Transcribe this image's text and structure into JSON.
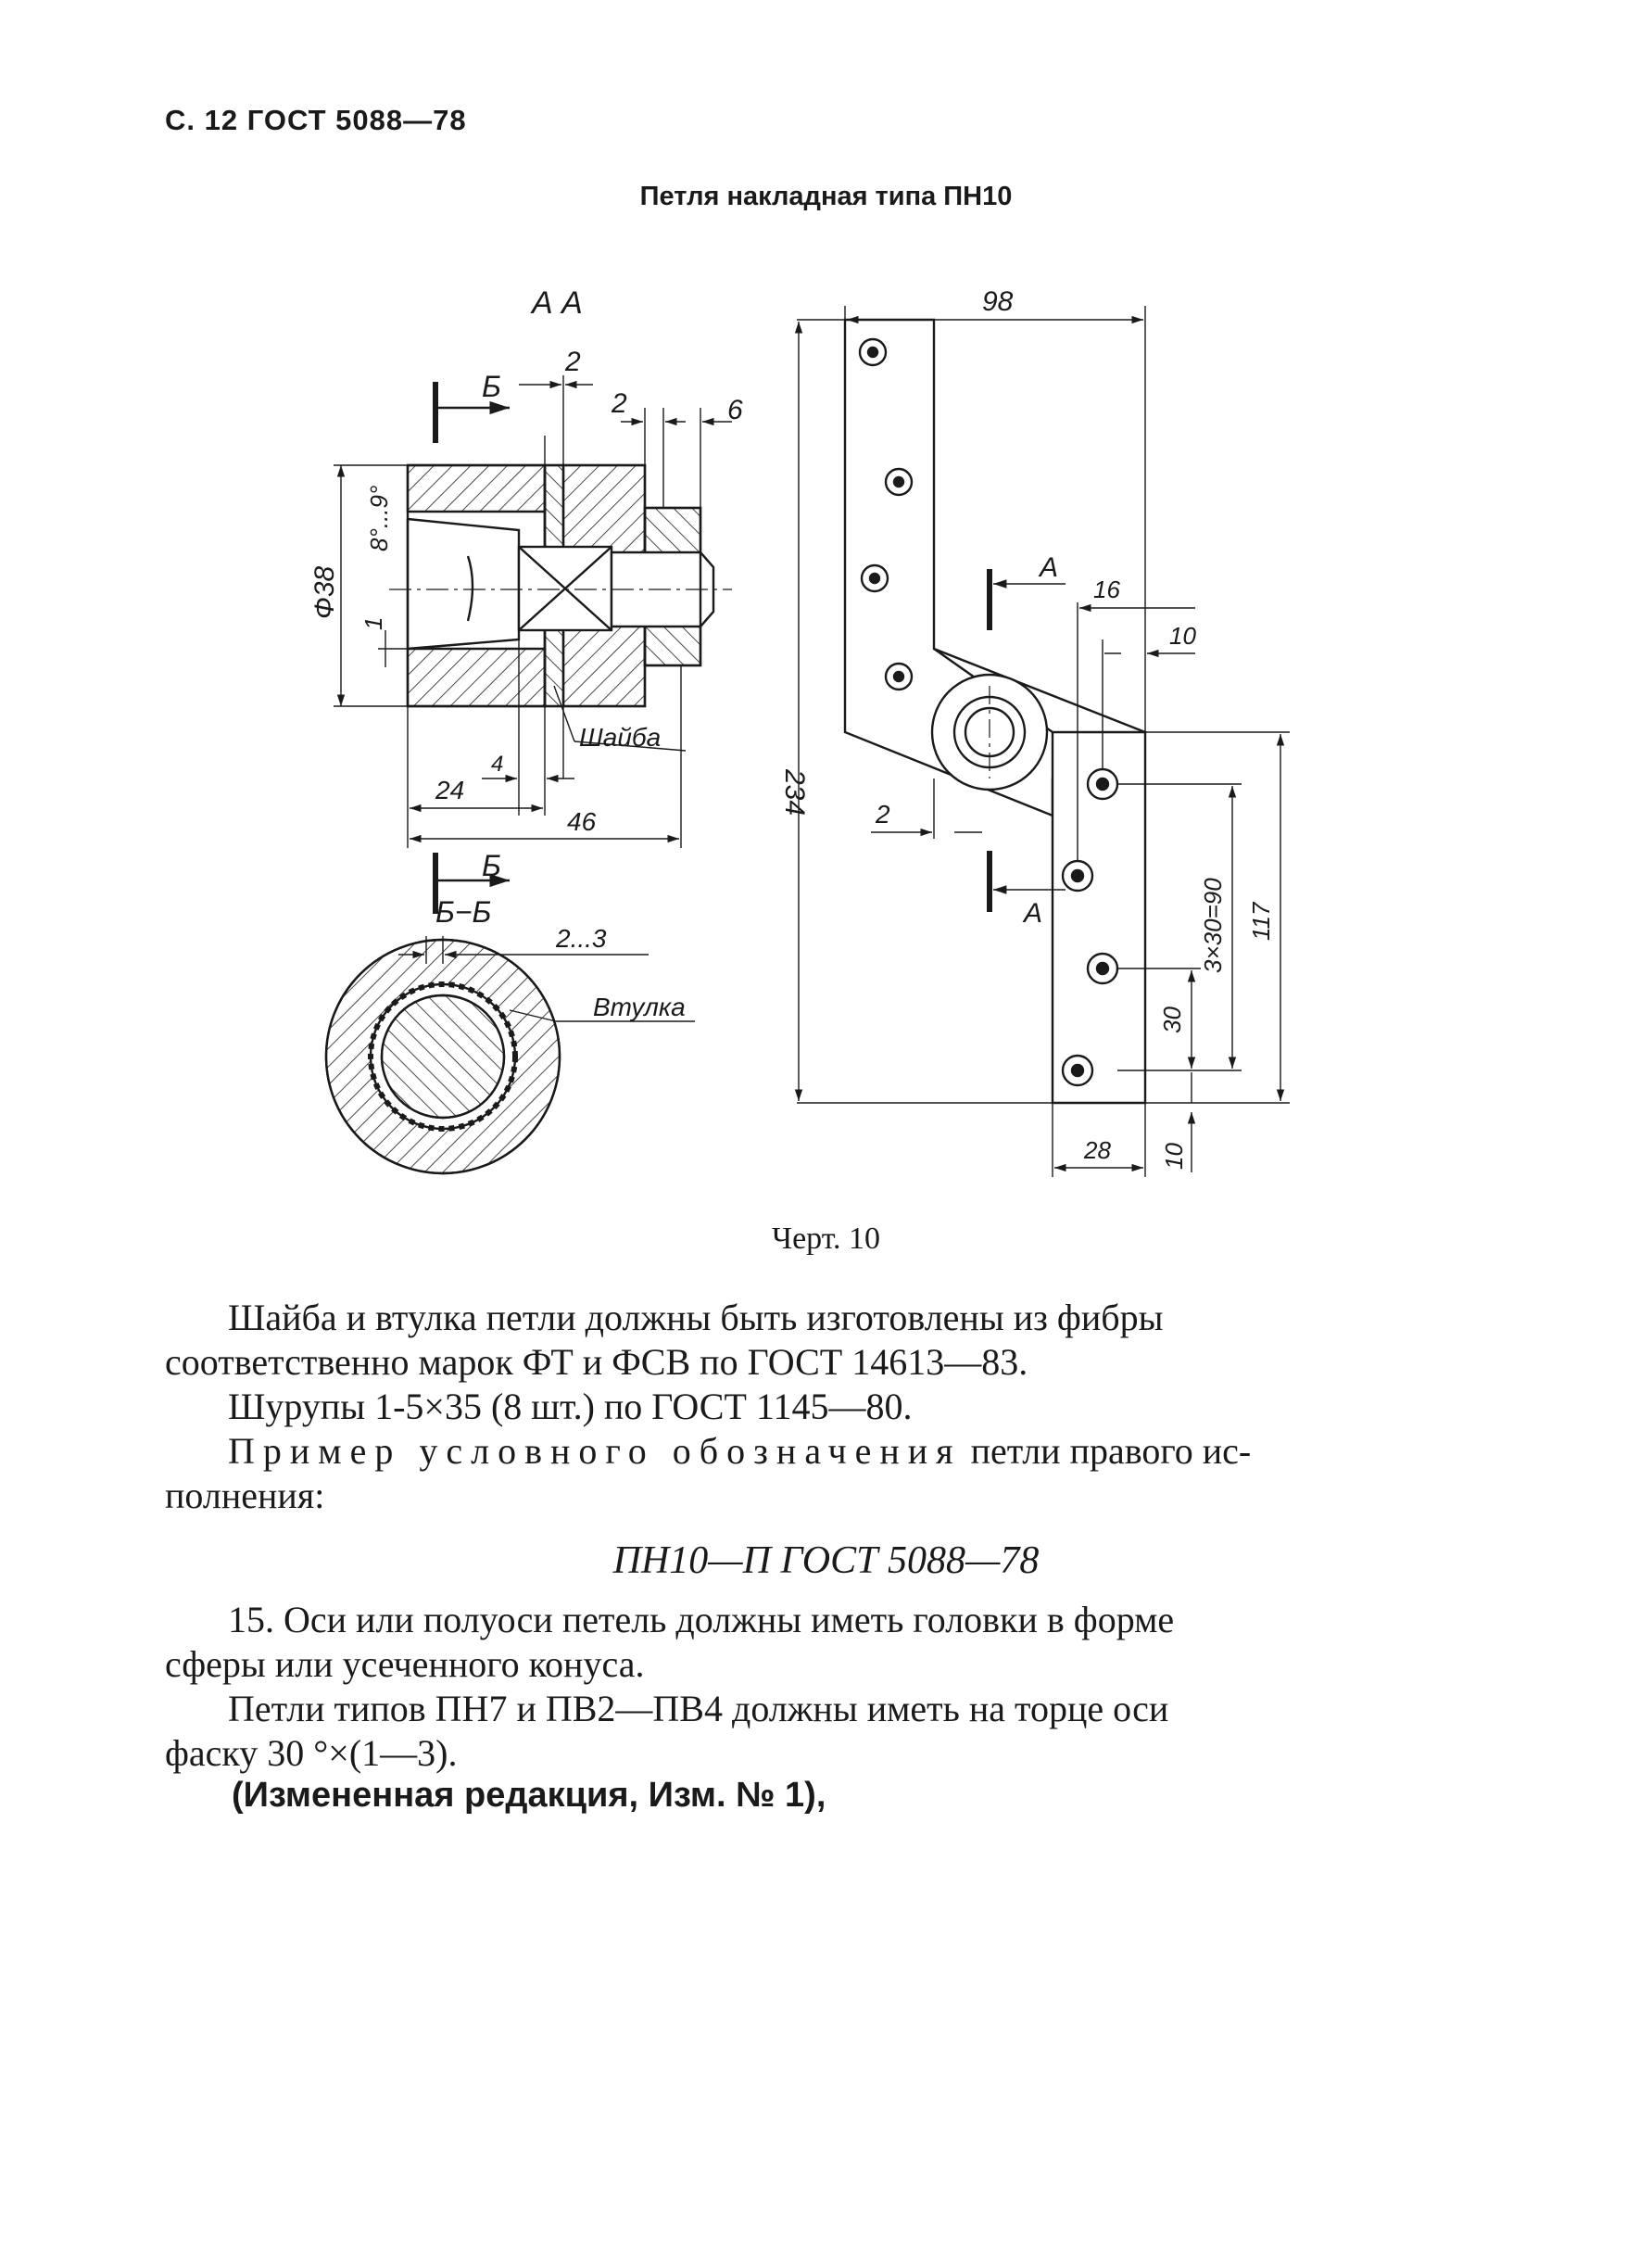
{
  "page": {
    "header": "С. 12 ГОСТ 5088—78",
    "title": "Петля накладная типа ПН10"
  },
  "drawing": {
    "labels": {
      "section_aa": "А   А",
      "section_b_top": "Б",
      "section_b_bottom": "Б",
      "section_bb": "Б−Б",
      "section_a_upper": "А",
      "section_a_lower": "А",
      "washer": "Шайба",
      "bushing": "Втулка",
      "angle": "8°...9°"
    },
    "dimensions": {
      "d_2a": "2",
      "d_2b": "2",
      "d_6": "6",
      "d_phi38": "Ф38",
      "d_1": "1",
      "d_24": "24",
      "d_4": "4",
      "d_46": "46",
      "d_2to3": "2...3",
      "d_98": "98",
      "d_16": "16",
      "d_10top": "10",
      "d_234": "234",
      "d_2side": "2",
      "d_3x30": "3×30=90",
      "d_117": "117",
      "d_30": "30",
      "d_28": "28",
      "d_10bottom": "10"
    }
  },
  "caption": "Черт. 10",
  "paragraphs": {
    "p1_line1": "Шайба и втулка петли должны быть изготовлены из фибры",
    "p1_line2": "соответственно марок ФТ и ФСВ по ГОСТ 14613—83.",
    "p2": "Шурупы 1-5×35 (8 шт.) по ГОСТ 1145—80.",
    "p3_spaced": "Пример условного обозначения",
    "p3_rest": " петли правого ис-",
    "p3_line2": "полнения:",
    "designation": "ПН10—П ГОСТ 5088—78",
    "p4_line1": "15. Оси или полуоси петель должны иметь головки в форме",
    "p4_line2": "сферы или усеченного конуса.",
    "p5_line1": "Петли типов ПН7 и ПВ2—ПВ4 должны иметь на торце оси",
    "p5_line2": "фаску 30 °×(1—3).",
    "note": "(Измененная редакция, Изм. № 1),"
  }
}
